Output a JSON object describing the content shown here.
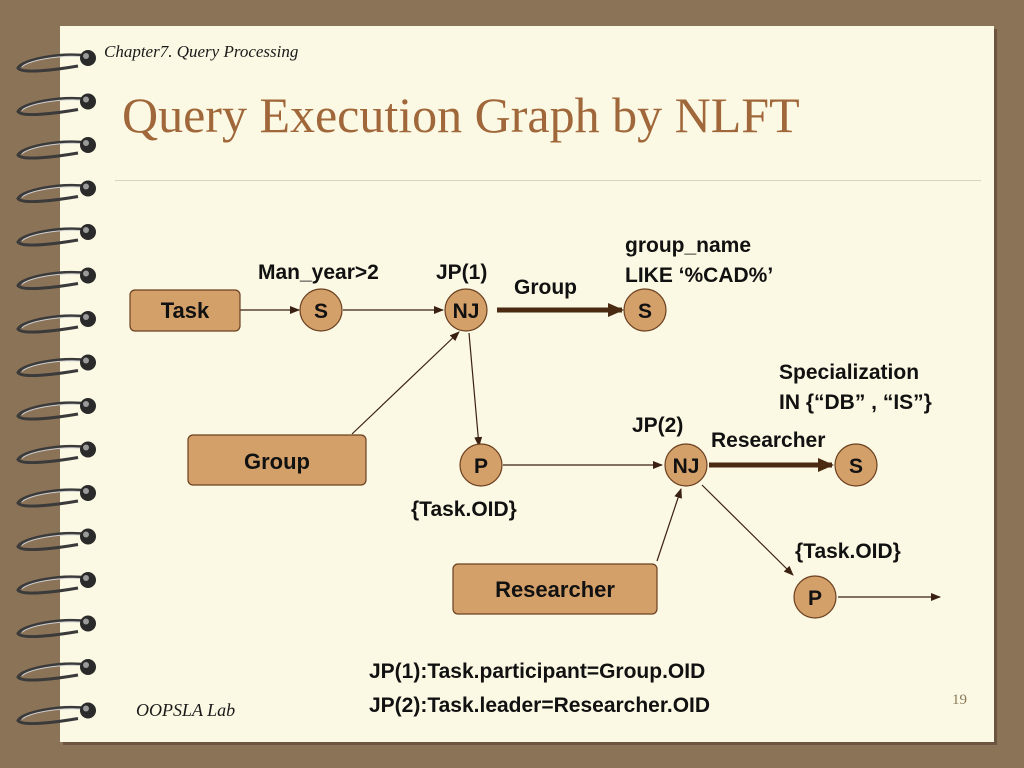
{
  "chapter": "Chapter7. Query Processing",
  "title": "Query Execution Graph by NLFT",
  "footer": {
    "lab": "OOPSLA Lab",
    "page": "19"
  },
  "colors": {
    "box_fill": "#d4a06a",
    "node_fill": "#d4a06a",
    "title": "#a0683a",
    "background": "#fbf8e3"
  },
  "boxes": {
    "task": "Task",
    "group": "Group",
    "researcher": "Researcher"
  },
  "nodes": {
    "s1": "S",
    "nj1": "NJ",
    "s2": "S",
    "p1": "P",
    "nj2": "NJ",
    "s3": "S",
    "p2": "P"
  },
  "labels": {
    "man_year": "Man_year>2",
    "jp1": "JP(1)",
    "group_edge": "Group",
    "group_name_line1": "group_name",
    "group_name_line2": "LIKE ‘%CAD%’",
    "specialization_line1": "Specialization",
    "specialization_line2": "IN {“DB” , “IS”}",
    "jp2": "JP(2)",
    "researcher_edge": "Researcher",
    "task_oid_1": "{Task.OID}",
    "task_oid_2": "{Task.OID}"
  },
  "notes": [
    "JP(1):Task.participant=Group.OID",
    "JP(2):Task.leader=Researcher.OID"
  ]
}
